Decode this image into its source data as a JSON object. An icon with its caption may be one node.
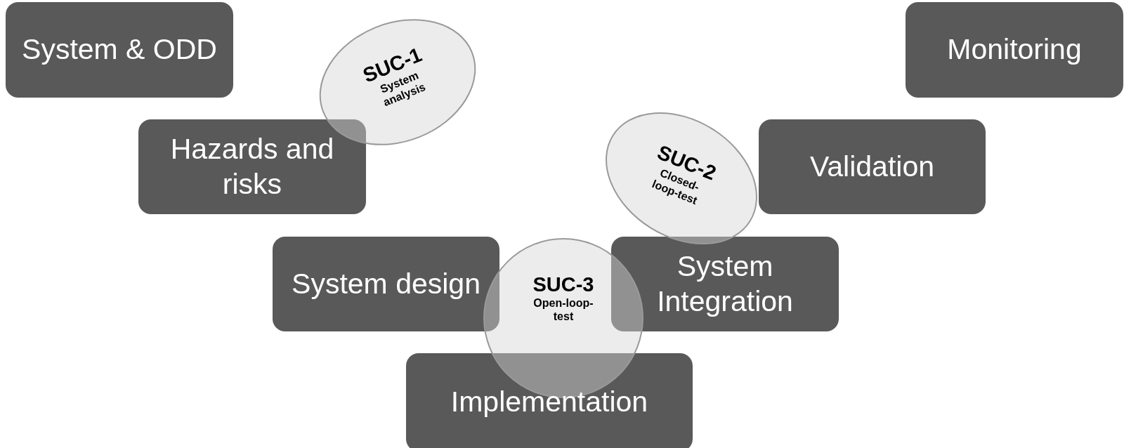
{
  "diagram": {
    "nodes": [
      {
        "text": [
          "System & ODD"
        ]
      },
      {
        "text": [
          "SUC-1",
          "System analysis"
        ]
      },
      {
        "text": [
          "Monitoring"
        ]
      },
      {
        "text": [
          "Hazards and risks"
        ]
      },
      {
        "text": [
          "SUC-2",
          "Closed-loop-test"
        ]
      },
      {
        "text": [
          "Validation"
        ]
      },
      {
        "text": [
          "System design"
        ]
      },
      {
        "text": [
          "System Integration"
        ]
      },
      {
        "text": [
          "SUC-3",
          "Open-loop-test"
        ]
      },
      {
        "text": [
          "Implementation"
        ]
      }
    ]
  }
}
